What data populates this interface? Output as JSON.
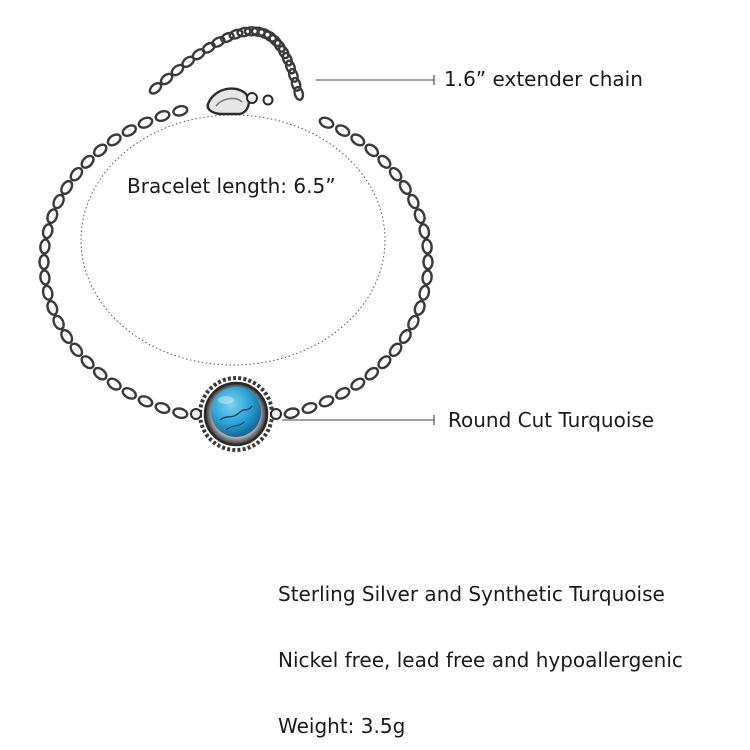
{
  "callouts": {
    "extender": "1.6” extender chain",
    "length": "Bracelet length: 6.5”",
    "stone": "Round Cut Turquoise"
  },
  "specs": [
    "Sterling Silver and Synthetic Turquoise",
    "Nickel free, lead free and hypoallergenic",
    "Weight: 3.5g"
  ],
  "colors": {
    "silver_dark": "#3a3a3a",
    "silver_light": "#bdbdbd",
    "turquoise": "#2aa3d6",
    "turquoise_dark": "#1272a8",
    "leader_line": "#444444",
    "text": "#1a1a1a"
  }
}
